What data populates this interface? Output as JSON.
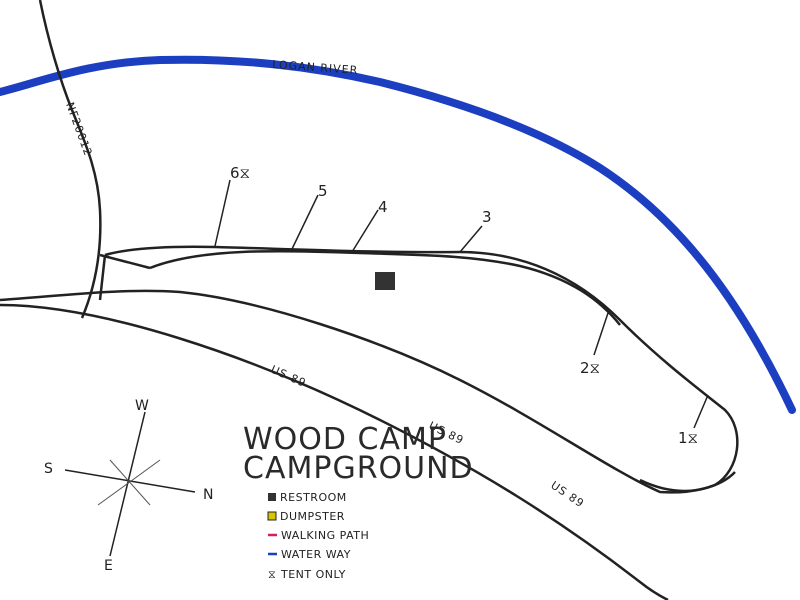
{
  "map": {
    "title_line1": "WOOD CAMP",
    "title_line2": "CAMPGROUND",
    "river_label": "LOGAN RIVER",
    "forest_road_label": "NF20012",
    "highway_labels": [
      "US 89",
      "US 89",
      "US 89"
    ],
    "colors": {
      "river": "#1b3fc0",
      "road": "#222222",
      "restroom": "#333333",
      "dumpster": "#d9c400",
      "walking_path": "#d02060",
      "water_way": "#1b3fc0"
    }
  },
  "sites": [
    {
      "label": "1",
      "tent_only": true
    },
    {
      "label": "2",
      "tent_only": true
    },
    {
      "label": "3",
      "tent_only": false
    },
    {
      "label": "4",
      "tent_only": false
    },
    {
      "label": "5",
      "tent_only": false
    },
    {
      "label": "6",
      "tent_only": true
    }
  ],
  "compass": {
    "north": "N",
    "south": "S",
    "east": "E",
    "west": "W"
  },
  "legend": [
    {
      "label": "RESTROOM",
      "icon": "filled-square"
    },
    {
      "label": "DUMPSTER",
      "icon": "yellow-square"
    },
    {
      "label": "WALKING PATH",
      "icon": "pink-line"
    },
    {
      "label": "WATER WAY",
      "icon": "blue-line"
    },
    {
      "label": "TENT ONLY",
      "icon": "tent-symbol"
    }
  ]
}
